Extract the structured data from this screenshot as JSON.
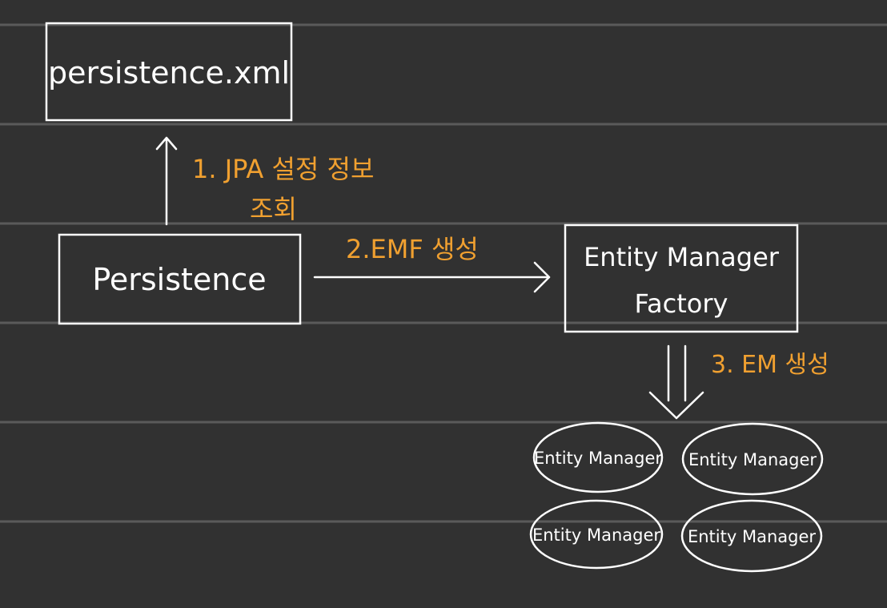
{
  "colors": {
    "background": "#313131",
    "rule": "#5a5a5a",
    "stroke": "#ffffff",
    "accent": "#f0a030"
  },
  "nodes": {
    "persistence_xml": "persistence.xml",
    "persistence": "Persistence",
    "emf_line1": "Entity Manager",
    "emf_line2": "Factory",
    "em_1": "Entity Manager",
    "em_2": "Entity Manager",
    "em_3": "Entity Manager",
    "em_4": "Entity Manager"
  },
  "edges": {
    "step1_line1": "1. JPA 설정 정보",
    "step1_line2": "조회",
    "step2": "2.EMF 생성",
    "step3": "3. EM 생성"
  }
}
